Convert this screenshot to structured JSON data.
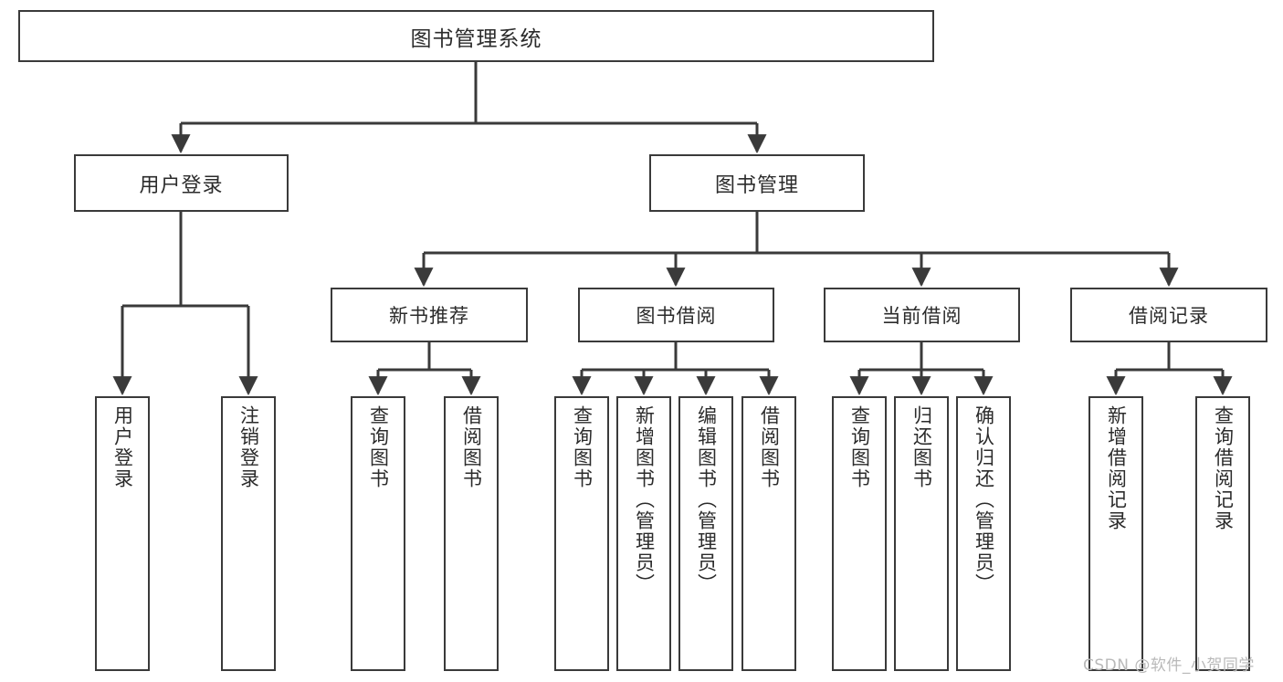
{
  "diagram": {
    "type": "tree",
    "title": "图书管理系统",
    "watermark": "CSDN @软件_小贺同学",
    "colors": {
      "box_border": "#3a3a3a",
      "box_fill": "#ffffff",
      "edge": "#3a3a3a",
      "text": "#2b2b2b",
      "watermark": "#b9b9b9",
      "background": "#ffffff"
    },
    "root": {
      "label": "图书管理系统"
    },
    "level1": [
      {
        "label": "用户登录"
      },
      {
        "label": "图书管理"
      }
    ],
    "level2": [
      {
        "label": "新书推荐"
      },
      {
        "label": "图书借阅"
      },
      {
        "label": "当前借阅"
      },
      {
        "label": "借阅记录"
      }
    ],
    "leaves": {
      "user_login": [
        {
          "label": "用户登录"
        },
        {
          "label": "注销登录"
        }
      ],
      "new_book_recommend": [
        {
          "label": "查询图书"
        },
        {
          "label": "借阅图书"
        }
      ],
      "book_borrow": [
        {
          "label": "查询图书"
        },
        {
          "label": "新增图书（管理员）"
        },
        {
          "label": "编辑图书（管理员）"
        },
        {
          "label": "借阅图书"
        }
      ],
      "current_borrow": [
        {
          "label": "查询图书"
        },
        {
          "label": "归还图书"
        },
        {
          "label": "确认归还（管理员）"
        }
      ],
      "borrow_record": [
        {
          "label": "新增借阅记录"
        },
        {
          "label": "查询借阅记录"
        }
      ]
    }
  }
}
